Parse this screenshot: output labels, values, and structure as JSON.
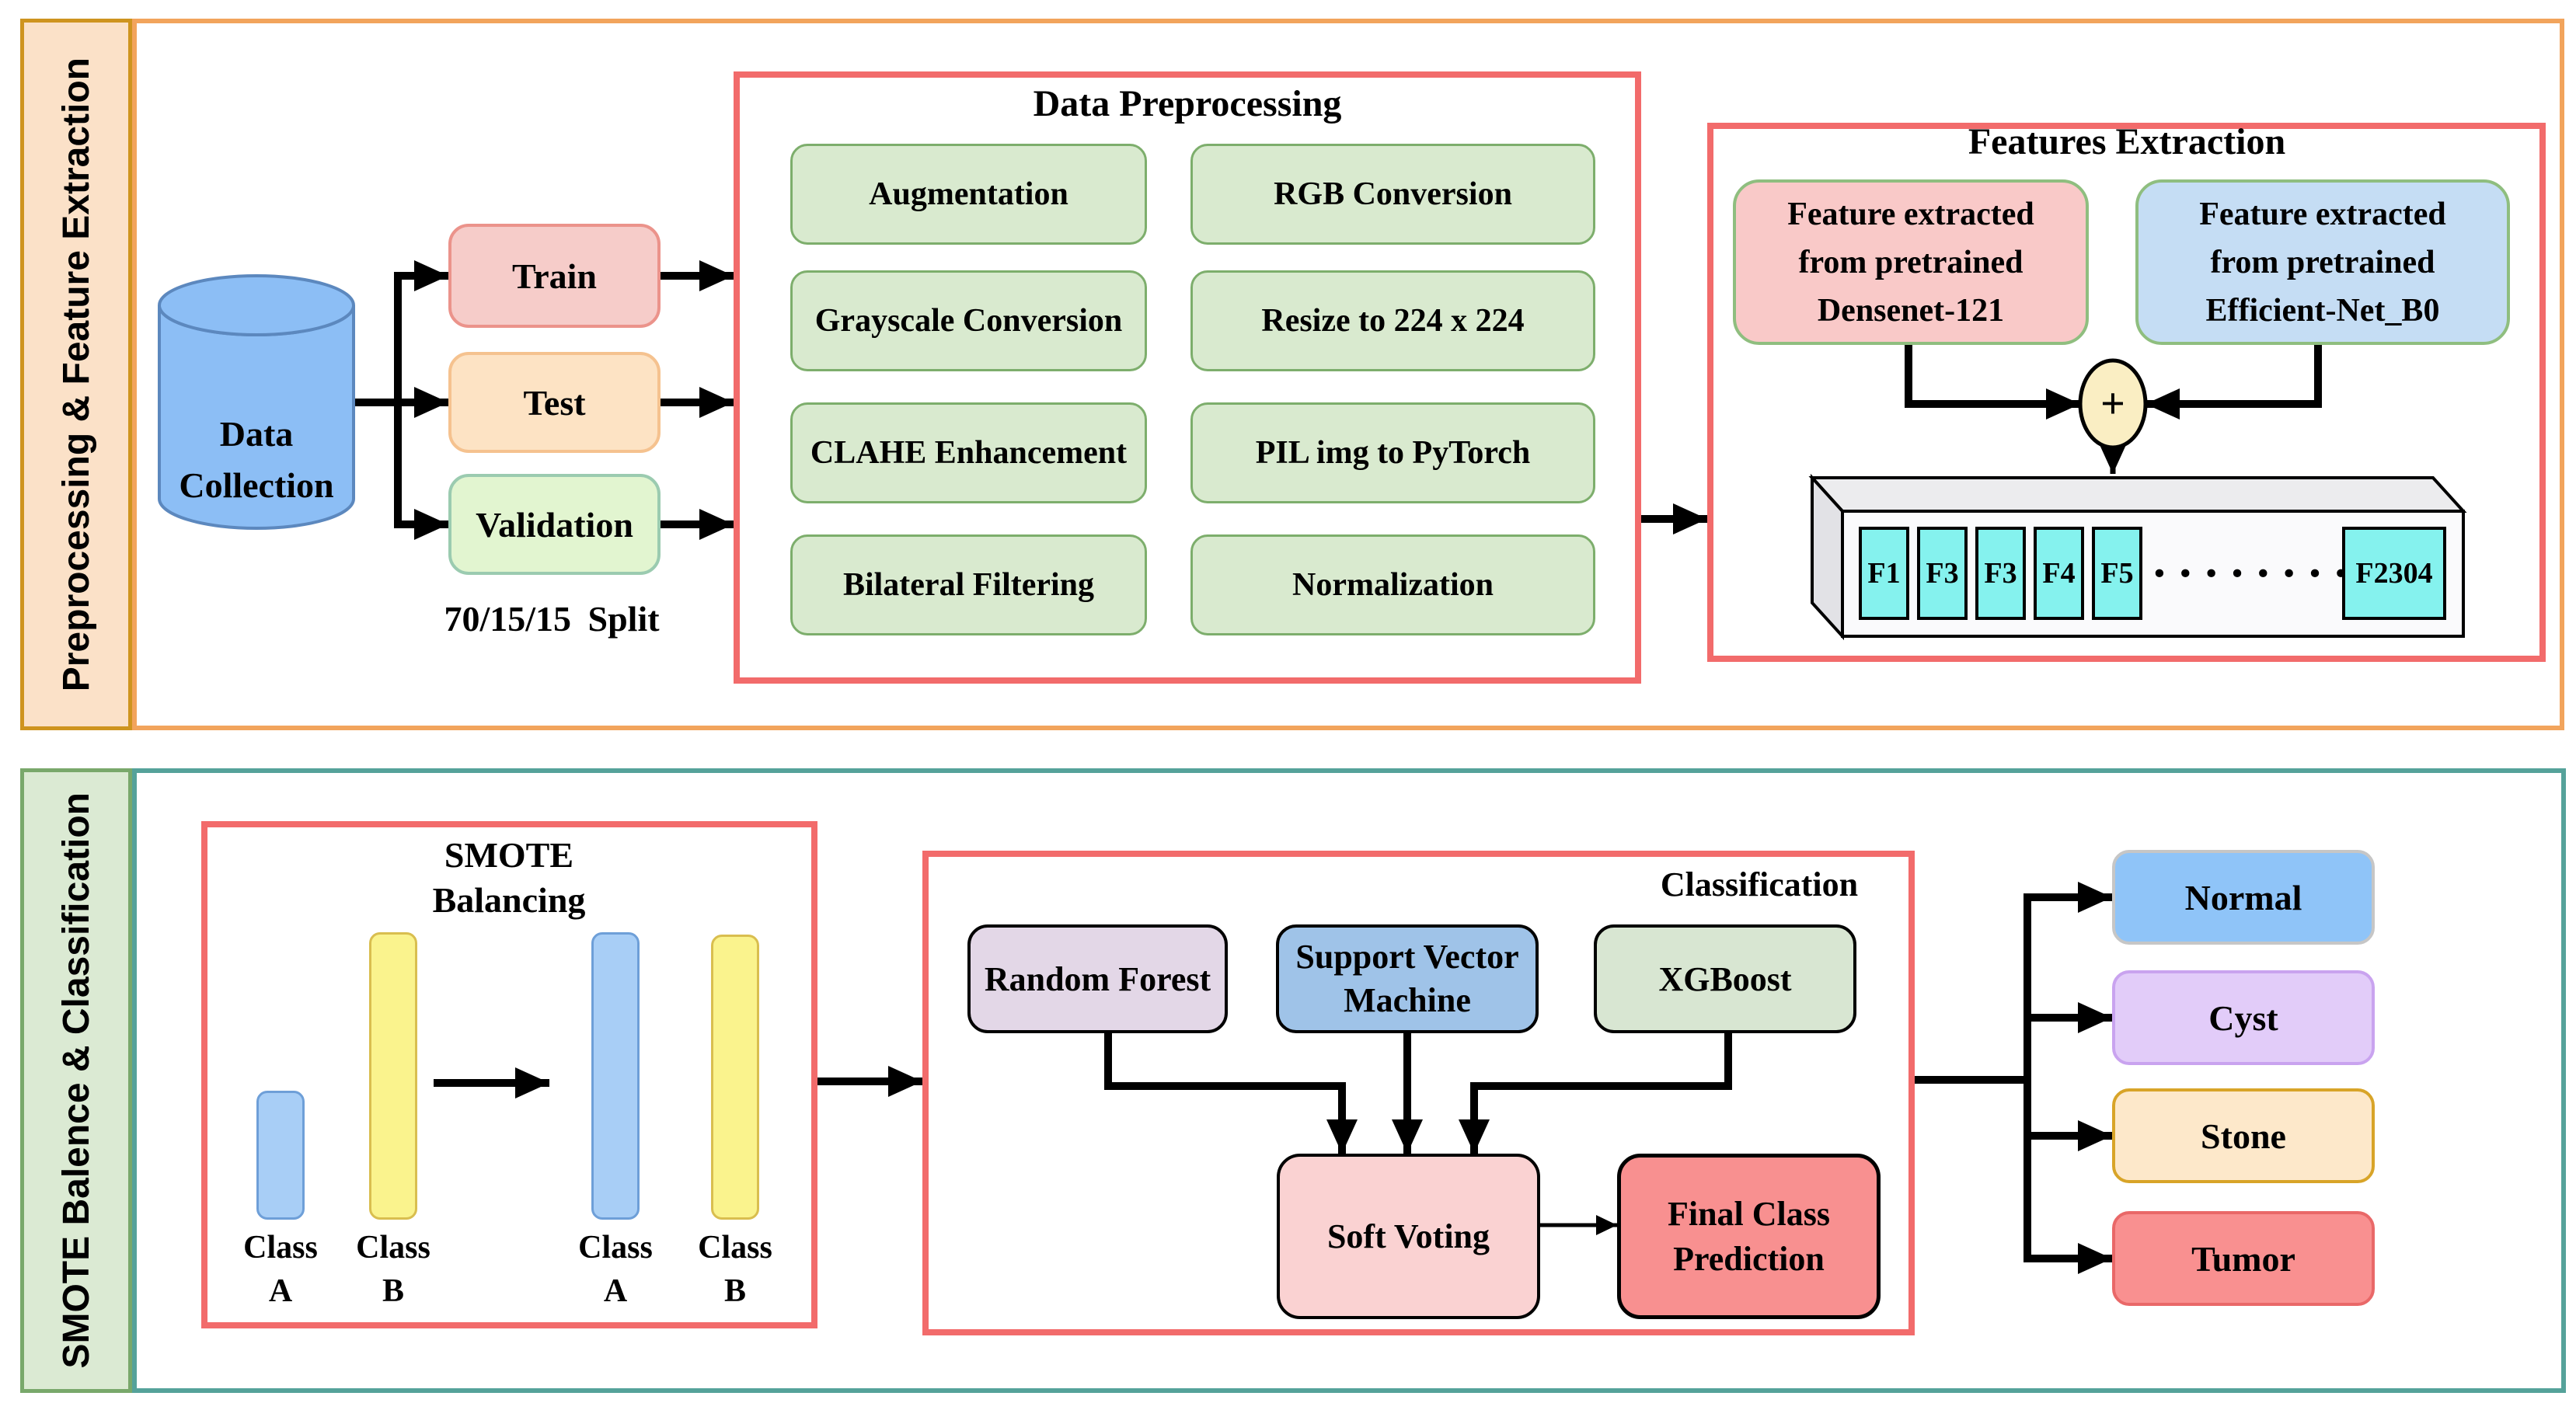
{
  "top": {
    "sidebar_label": "Preprocessing & Feature Extraction",
    "data_collection": {
      "line1": "Data",
      "line2": "Collection"
    },
    "splits": {
      "train": "Train",
      "test": "Test",
      "validation": "Validation",
      "note": "70/15/15  Split"
    },
    "preprocessing": {
      "title": "Data Preprocessing",
      "steps_left": [
        "Augmentation",
        "Grayscale Conversion",
        "CLAHE Enhancement",
        "Bilateral Filtering"
      ],
      "steps_right": [
        "RGB Conversion",
        "Resize to 224 x 224",
        "PIL img to PyTorch",
        "Normalization"
      ]
    },
    "features": {
      "title": "Features Extraction",
      "densenet_lines": [
        "Feature extracted",
        "from pretrained",
        "Densenet-121"
      ],
      "efficientnet_lines": [
        "Feature extracted",
        "from pretrained",
        "Efficient-Net_B0"
      ],
      "plus": "+",
      "cells": [
        "F1",
        "F3",
        "F3",
        "F4",
        "F5"
      ],
      "ellipsis": "·········",
      "last_cell": "F2304"
    }
  },
  "bottom": {
    "sidebar_label": "SMOTE Balence & Classification",
    "smote": {
      "title_line1": "SMOTE",
      "title_line2": "Balancing",
      "class_label": "Class",
      "a_label": "A",
      "b_label": "B"
    },
    "classification": {
      "title": "Classification",
      "random_forest": "Random Forest",
      "svm_line1": "Support Vector",
      "svm_line2": "Machine",
      "xgboost": "XGBoost",
      "soft_voting": "Soft Voting",
      "final_line1": "Final Class",
      "final_line2": "Prediction"
    },
    "outputs": [
      "Normal",
      "Cyst",
      "Stone",
      "Tumor"
    ]
  },
  "colors": {
    "top_section_border": "#F2A45C",
    "top_sidebar_fill": "#FBE1C8",
    "top_sidebar_border": "#CE941F",
    "bottom_section_border": "#55A29A",
    "bottom_sidebar_fill": "#DBEAD3",
    "bottom_sidebar_border": "#79A86B",
    "red_panel_border": "#F26B6B",
    "cylinder_fill": "#8CBEF5",
    "train_fill": "#F6CCC9",
    "test_fill": "#FDE3C4",
    "validation_fill": "#E2F5D0",
    "green_step_fill": "#D9EACF",
    "green_step_border": "#7DAE6C",
    "densenet_fill": "#F9C9C8",
    "efficientnet_fill": "#C5DDF4",
    "plus_node_fill": "#FAEEC3",
    "feature_cell_fill": "#85F2EE",
    "bar_blue_fill": "#A8CEF6",
    "bar_yellow_fill": "#FAF38D",
    "random_forest_fill": "#E3D7E7",
    "svm_fill": "#9FC3E8",
    "xgboost_fill": "#D8E6D2",
    "soft_voting_fill": "#FAD2D2",
    "final_prediction_fill": "#F89090",
    "normal_fill": "#8FC4F8",
    "cyst_fill": "#E2CCF9",
    "stone_fill": "#FDE8CA",
    "tumor_fill": "#F99090"
  }
}
